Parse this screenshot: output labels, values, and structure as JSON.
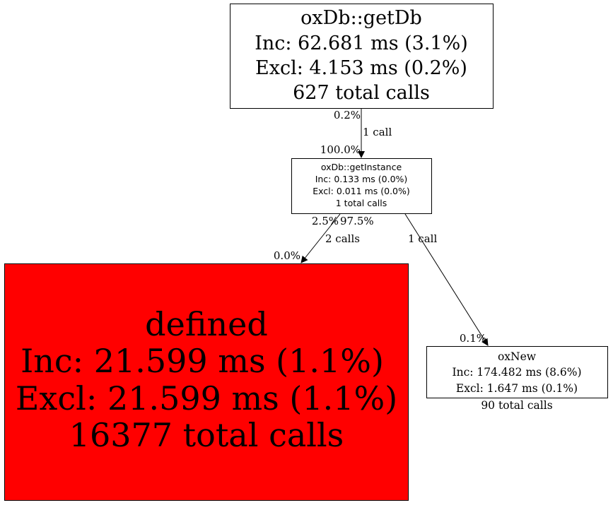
{
  "nodes": {
    "getDb": {
      "name": "oxDb::getDb",
      "inc": "Inc: 62.681 ms (3.1%)",
      "excl": "Excl: 4.153 ms (0.2%)",
      "calls": "627 total calls",
      "fill": "#ffffff"
    },
    "getInstance": {
      "name": "oxDb::getInstance",
      "inc": "Inc: 0.133 ms (0.0%)",
      "excl": "Excl: 0.011 ms (0.0%)",
      "calls": "1 total calls",
      "fill": "#ffffff"
    },
    "defined": {
      "name": "defined",
      "inc": "Inc: 21.599 ms (1.1%)",
      "excl": "Excl: 21.599 ms (1.1%)",
      "calls": "16377 total calls",
      "fill": "#ff0000"
    },
    "oxNew": {
      "name": "oxNew",
      "inc": "Inc: 174.482 ms (8.6%)",
      "excl": "Excl: 1.647 ms (0.1%)",
      "calls": "90 total calls",
      "fill": "#ffffff"
    }
  },
  "edges": {
    "getDb_getInstance": {
      "tail": "0.2%",
      "label": "1 call",
      "head": "100.0%"
    },
    "getInstance_defined": {
      "tail": "2.5%",
      "label": "2 calls",
      "head": "0.0%"
    },
    "getInstance_oxNew": {
      "tail": "97.5%",
      "label": "1 call",
      "head": "0.1%"
    }
  }
}
